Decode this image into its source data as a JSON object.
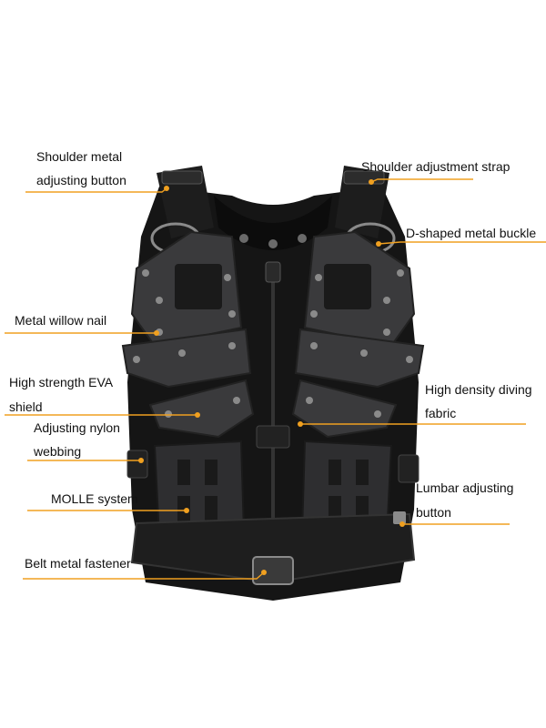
{
  "labels": {
    "shoulder_metal_1": "Shoulder metal",
    "shoulder_metal_2": "adjusting button",
    "shoulder_strap": "Shoulder adjustment strap",
    "d_buckle": "D-shaped metal buckle",
    "willow_nail": "Metal willow nail",
    "eva_1": "High strength EVA",
    "eva_2": "shield",
    "diving_1": "High density diving",
    "diving_2": "fabric",
    "nylon_1": "Adjusting nylon",
    "nylon_2": "webbing",
    "molle": "MOLLE system",
    "lumbar_1": "Lumbar adjusting",
    "lumbar_2": "button",
    "belt": "Belt metal fastener"
  },
  "colors": {
    "leader": "#f0a020",
    "vest_fabric": "#151515",
    "shield_plate": "#3a3a3c",
    "hardware": "#8a8a8a"
  }
}
